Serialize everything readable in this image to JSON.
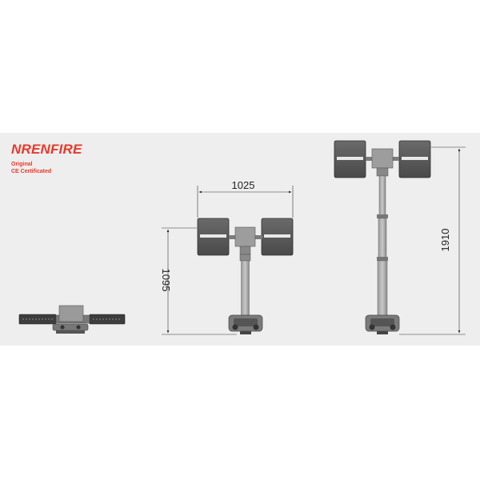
{
  "brand": {
    "name": "NRENFIRE",
    "line1": "Original",
    "line2": "CE Certificated"
  },
  "dimensions": {
    "width": "1025",
    "min_height": "1095",
    "max_height": "1910"
  },
  "colors": {
    "brand": "#e53a2c",
    "background_band": "#eeeeee",
    "lamp_body": "#5d5d5d",
    "metal": "#8a8a8a"
  }
}
